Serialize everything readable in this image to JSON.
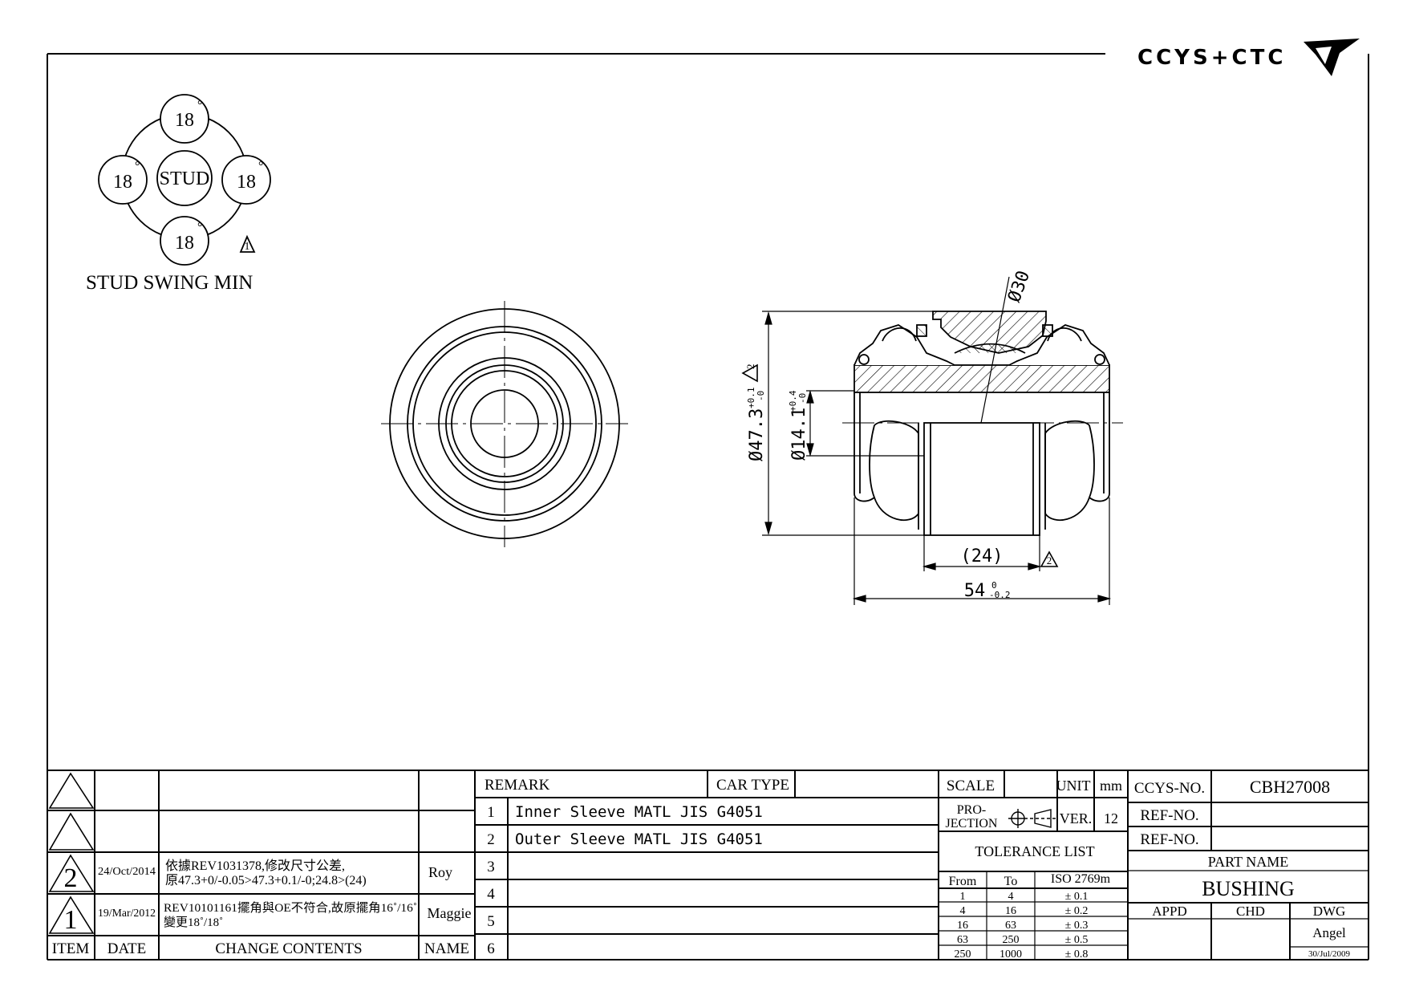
{
  "logo": {
    "text": "CCYS+CTC"
  },
  "stud_swing": {
    "center_label": "STUD",
    "angles": [
      "18",
      "18",
      "18",
      "18"
    ],
    "degree_mark": "°",
    "caption": "STUD SWING MIN",
    "rev_marker": "1"
  },
  "dimensions": {
    "ball_dia": "Ø30",
    "outer_dia": "Ø47.3",
    "outer_tol_upper": "+0.1",
    "outer_tol_lower": "-0",
    "inner_dia": "Ø14.1",
    "inner_tol_upper": "+0.4",
    "inner_tol_lower": "-0",
    "inner_length": "(24)",
    "overall_length": "54",
    "overall_tol_upper": "0",
    "overall_tol_lower": "-0.2",
    "rev_marker": "2"
  },
  "revisions": {
    "headers": {
      "item": "ITEM",
      "date": "DATE",
      "change": "CHANGE CONTENTS",
      "name": "NAME"
    },
    "rows": [
      {
        "item": "",
        "date": "",
        "change_line1": "",
        "change_line2": "",
        "name": ""
      },
      {
        "item": "",
        "date": "",
        "change_line1": "",
        "change_line2": "",
        "name": ""
      },
      {
        "item": "2",
        "date": "24/Oct/2014",
        "change_line1": "依據REV1031378,修改尺寸公差,",
        "change_line2": "原47.3+0/-0.05>47.3+0.1/-0;24.8>(24)",
        "name": "Roy"
      },
      {
        "item": "1",
        "date": "19/Mar/2012",
        "change_line1": "REV10101161擺角與OE不符合,故原擺角16˚/16˚",
        "change_line2": "變更18˚/18˚",
        "name": "Maggie"
      }
    ]
  },
  "remarks": {
    "remark_label": "REMARK",
    "car_type_label": "CAR TYPE",
    "rows": [
      {
        "no": "1",
        "text": "Inner Sleeve MATL JIS G4051"
      },
      {
        "no": "2",
        "text": "Outer Sleeve MATL JIS G4051"
      },
      {
        "no": "3",
        "text": ""
      },
      {
        "no": "4",
        "text": ""
      },
      {
        "no": "5",
        "text": ""
      },
      {
        "no": "6",
        "text": ""
      }
    ]
  },
  "scale_block": {
    "scale_label": "SCALE",
    "scale_value": "",
    "unit_label": "UNIT",
    "unit_value": "mm",
    "projection_label_1": "PRO-",
    "projection_label_2": "JECTION",
    "ver_label": "VER.",
    "ver_value": "12"
  },
  "tolerance": {
    "title": "TOLERANCE LIST",
    "headers": {
      "from": "From",
      "to": "To",
      "std": "ISO 2769m"
    },
    "rows": [
      {
        "from": "1",
        "to": "4",
        "tol": "± 0.1"
      },
      {
        "from": "4",
        "to": "16",
        "tol": "± 0.2"
      },
      {
        "from": "16",
        "to": "63",
        "tol": "± 0.3"
      },
      {
        "from": "63",
        "to": "250",
        "tol": "± 0.5"
      },
      {
        "from": "250",
        "to": "1000",
        "tol": "± 0.8"
      }
    ]
  },
  "title_block": {
    "ccys_no_label": "CCYS-NO.",
    "ccys_no": "CBH27008",
    "ref_no_label_1": "REF-NO.",
    "ref_no_1": "",
    "ref_no_label_2": "REF-NO.",
    "ref_no_2": "",
    "part_name_label": "PART NAME",
    "part_name": "BUSHING",
    "appd_label": "APPD",
    "chd_label": "CHD",
    "dwg_label": "DWG",
    "drawn_by": "Angel",
    "drawn_date": "30/Jul/2009"
  }
}
